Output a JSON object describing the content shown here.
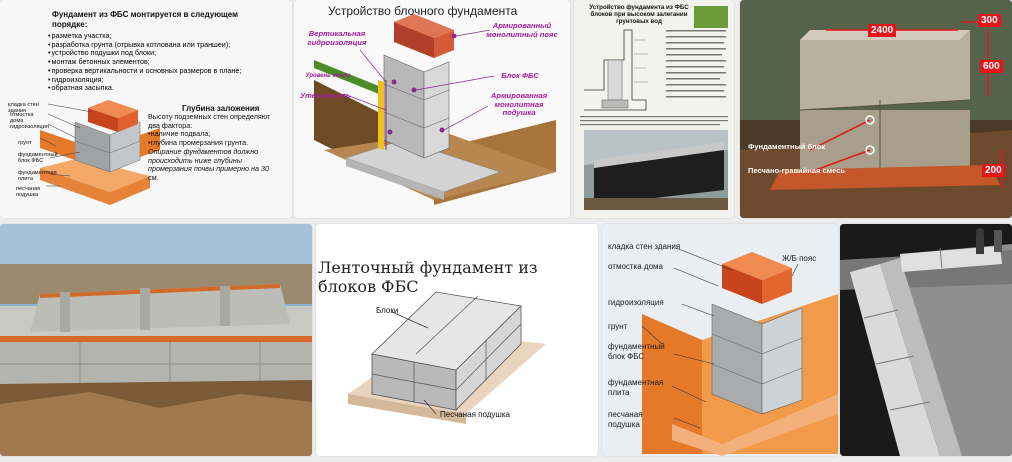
{
  "tile1": {
    "intro": "Фундамент из ФБС монтируется в следующем порядке:",
    "steps": [
      "разметка участка;",
      "разработка грунта (отрывка котлована или траншеи);",
      "устройство подушки под блоки;",
      "монтаж бетонных элементов;",
      "проверка вертикальности и основных размеров в плане;",
      "гидроизоляция;",
      "обратная засыпка."
    ],
    "depth_heading": "Глубина заложения",
    "depth_text_1": "Высоту подземных стен определяют два фактора:",
    "depth_text_2": "наличие подвала;",
    "depth_text_3": "глубина промерзания грунта.",
    "depth_text_4": "Опирание фундаментов должно происходить ниже глубины промерзания почвы примерно на 30 см.",
    "labels": [
      "кладка стен здания",
      "отмостка дома",
      "гидроизоляция",
      "грунт",
      "фундаментный блок ФБС",
      "фундаментная плита",
      "песчаная подушка"
    ]
  },
  "tile2": {
    "title": "Устройство блочного фундамента",
    "labels": {
      "vertical": "Вертикальная гидроизоляция",
      "belt": "Армированный монолитный пояс",
      "ground": "Уровень земли",
      "block": "Блок ФБС",
      "insulation": "Утеплитель",
      "pad": "Армированная монолитная подушка"
    }
  },
  "tile3": {
    "title": "Устройство фундамента из ФБС блоков при высоком залегании грунтовых вод"
  },
  "tile4": {
    "dim_length": "2400",
    "dim_width": "300",
    "dim_height": "600",
    "dim_pad": "200",
    "cap_block": "Фундаментный блок",
    "cap_mix": "Песчано-гравийная смесь"
  },
  "tile6": {
    "title": "Ленточный фундамент из блоков ФБС",
    "label_blocks": "Блоки",
    "label_pad": "Песчаная подушка"
  },
  "tile7": {
    "labels": [
      "кладка стен здания",
      "отмостка дома",
      "гидроизоляция",
      "грунт",
      "фундаментный блок ФБС",
      "фундаментная плита",
      "песчаная подушка"
    ],
    "belt": "Ж/Б пояс"
  }
}
